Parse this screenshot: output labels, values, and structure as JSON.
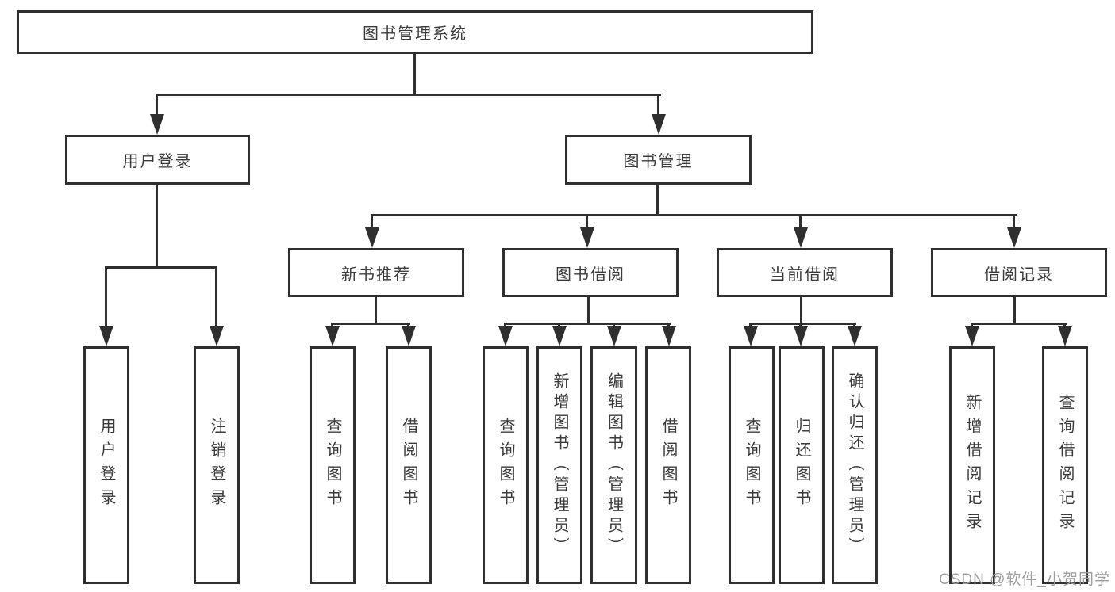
{
  "diagram": {
    "title_node": "图书管理系统",
    "level2": [
      "用户登录",
      "图书管理"
    ],
    "level3": [
      "新书推荐",
      "图书借阅",
      "当前借阅",
      "借阅记录"
    ],
    "leaves_user_login": [
      "用户登录",
      "注销登录"
    ],
    "leaves_new_book": [
      "查询图书",
      "借阅图书"
    ],
    "leaves_book_borrow": [
      "查询图书",
      "新增图书（管理员）",
      "编辑图书（管理员）",
      "借阅图书"
    ],
    "leaves_current_borrow": [
      "查询图书",
      "归还图书",
      "确认归还（管理员）"
    ],
    "leaves_borrow_records": [
      "新增借阅记录",
      "查询借阅记录"
    ],
    "colors": {
      "border": "#2f2f2f",
      "text": "#3a3a3a",
      "watermark": "#9d9d9d"
    }
  },
  "watermark": {
    "text": "CSDN @软件_小贺同学"
  }
}
